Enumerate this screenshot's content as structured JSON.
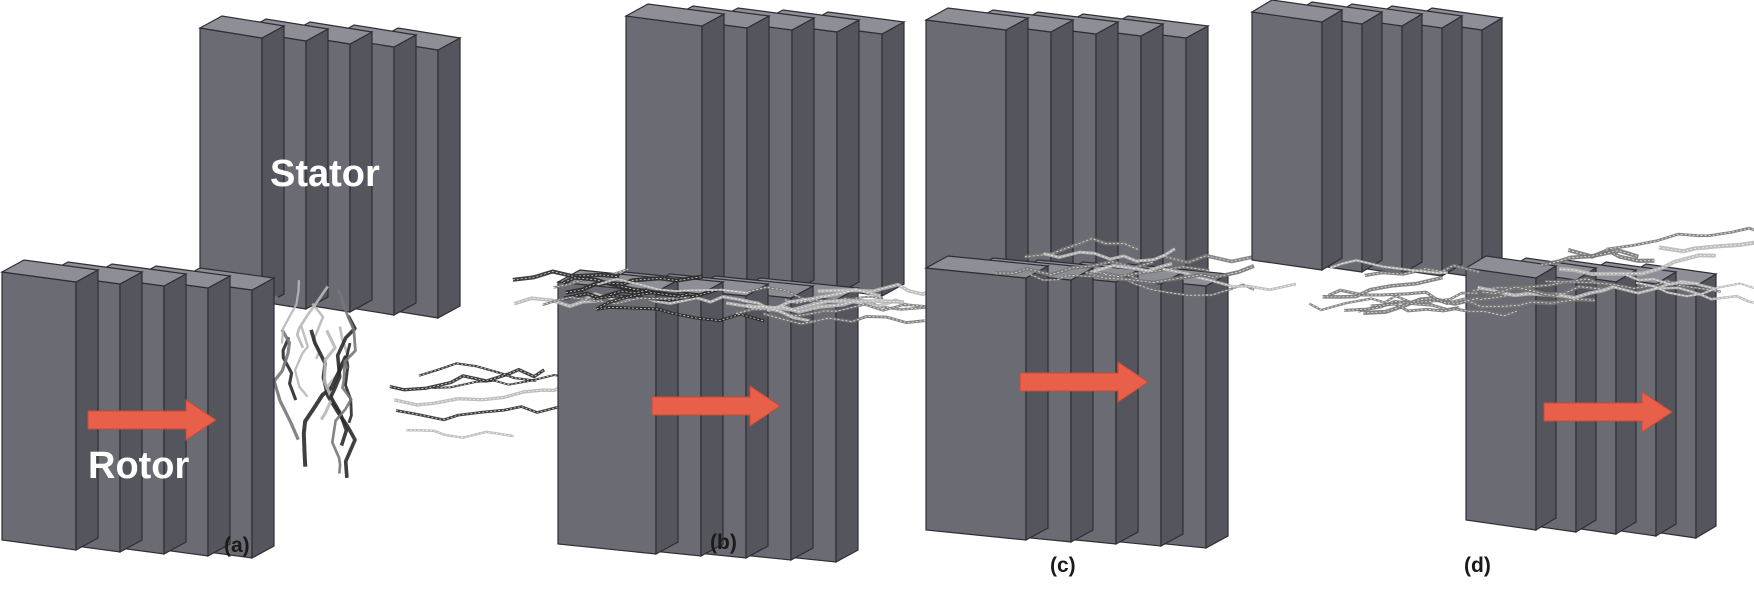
{
  "labels": {
    "stator": "Stator",
    "rotor": "Rotor"
  },
  "panels": [
    {
      "id": "a",
      "label": "(a)"
    },
    {
      "id": "b",
      "label": "(b)"
    },
    {
      "id": "c",
      "label": "(c)"
    },
    {
      "id": "d",
      "label": "(d)"
    }
  ],
  "colors": {
    "plate_front": "#6b6b73",
    "plate_side": "#55555d",
    "plate_top": "#8e8e96",
    "plate_edge": "#2e2e34",
    "arrow": "#e8604a",
    "fiber_dark": "#2a2a2a",
    "fiber_light": "#b8b8b8"
  },
  "icons": {
    "motion_arrow": "right-arrow-icon"
  }
}
